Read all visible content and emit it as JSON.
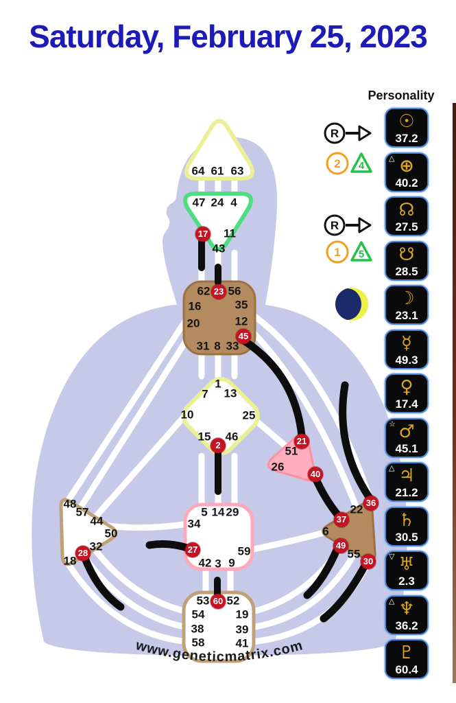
{
  "title": "Saturday, February 25, 2023",
  "personality": {
    "header": "Personality",
    "profile_groups": [
      {
        "r_label": "R",
        "circle_number": "2",
        "triangle_number": "4"
      },
      {
        "r_label": "R",
        "circle_number": "1",
        "triangle_number": "5"
      }
    ],
    "moon_icon": "crescent-moon-phase",
    "rows": [
      {
        "planet": "sun",
        "symbol": "☉",
        "value": "37.2",
        "marker": ""
      },
      {
        "planet": "earth",
        "symbol": "⊕",
        "value": "40.2",
        "marker": "△"
      },
      {
        "planet": "north-node",
        "symbol": "☊",
        "value": "27.5",
        "marker": ""
      },
      {
        "planet": "south-node",
        "symbol": "☋",
        "value": "28.5",
        "marker": ""
      },
      {
        "planet": "moon",
        "symbol": "☽",
        "value": "23.1",
        "marker": ""
      },
      {
        "planet": "mercury",
        "symbol": "☿",
        "value": "49.3",
        "marker": ""
      },
      {
        "planet": "venus",
        "symbol": "♀",
        "value": "17.4",
        "marker": ""
      },
      {
        "planet": "mars",
        "symbol": "♂",
        "value": "45.1",
        "marker": "☆"
      },
      {
        "planet": "jupiter",
        "symbol": "♃",
        "value": "21.2",
        "marker": "△"
      },
      {
        "planet": "saturn",
        "symbol": "♄",
        "value": "30.5",
        "marker": ""
      },
      {
        "planet": "uranus",
        "symbol": "♅",
        "value": "2.3",
        "marker": "▽"
      },
      {
        "planet": "neptune",
        "symbol": "♆",
        "value": "36.2",
        "marker": "△"
      },
      {
        "planet": "pluto",
        "symbol": "♇",
        "value": "60.4",
        "marker": ""
      }
    ]
  },
  "gates": [
    {
      "n": "64",
      "c": "head",
      "a": false
    },
    {
      "n": "61",
      "c": "head",
      "a": false
    },
    {
      "n": "63",
      "c": "head",
      "a": false
    },
    {
      "n": "47",
      "c": "ajna",
      "a": false
    },
    {
      "n": "24",
      "c": "ajna",
      "a": false
    },
    {
      "n": "4",
      "c": "ajna",
      "a": false
    },
    {
      "n": "17",
      "c": "ajna",
      "a": true
    },
    {
      "n": "11",
      "c": "ajna",
      "a": false
    },
    {
      "n": "43",
      "c": "ajna",
      "a": false
    },
    {
      "n": "62",
      "c": "throat",
      "a": false
    },
    {
      "n": "23",
      "c": "throat",
      "a": true
    },
    {
      "n": "56",
      "c": "throat",
      "a": false
    },
    {
      "n": "16",
      "c": "throat",
      "a": false
    },
    {
      "n": "35",
      "c": "throat",
      "a": false
    },
    {
      "n": "20",
      "c": "throat",
      "a": false
    },
    {
      "n": "12",
      "c": "throat",
      "a": false
    },
    {
      "n": "45",
      "c": "throat",
      "a": true
    },
    {
      "n": "31",
      "c": "throat",
      "a": false
    },
    {
      "n": "8",
      "c": "throat",
      "a": false
    },
    {
      "n": "33",
      "c": "throat",
      "a": false
    },
    {
      "n": "1",
      "c": "g",
      "a": false
    },
    {
      "n": "7",
      "c": "g",
      "a": false
    },
    {
      "n": "13",
      "c": "g",
      "a": false
    },
    {
      "n": "10",
      "c": "g",
      "a": false
    },
    {
      "n": "25",
      "c": "g",
      "a": false
    },
    {
      "n": "15",
      "c": "g",
      "a": false
    },
    {
      "n": "46",
      "c": "g",
      "a": false
    },
    {
      "n": "2",
      "c": "g",
      "a": true
    },
    {
      "n": "21",
      "c": "heart",
      "a": true
    },
    {
      "n": "51",
      "c": "heart",
      "a": false
    },
    {
      "n": "26",
      "c": "heart",
      "a": false
    },
    {
      "n": "40",
      "c": "heart",
      "a": true
    },
    {
      "n": "48",
      "c": "spleen",
      "a": false
    },
    {
      "n": "57",
      "c": "spleen",
      "a": false
    },
    {
      "n": "44",
      "c": "spleen",
      "a": false
    },
    {
      "n": "50",
      "c": "spleen",
      "a": false
    },
    {
      "n": "32",
      "c": "spleen",
      "a": false
    },
    {
      "n": "28",
      "c": "spleen",
      "a": true
    },
    {
      "n": "18",
      "c": "spleen",
      "a": false
    },
    {
      "n": "5",
      "c": "sacral",
      "a": false
    },
    {
      "n": "14",
      "c": "sacral",
      "a": false
    },
    {
      "n": "29",
      "c": "sacral",
      "a": false
    },
    {
      "n": "34",
      "c": "sacral",
      "a": false
    },
    {
      "n": "27",
      "c": "sacral",
      "a": true
    },
    {
      "n": "59",
      "c": "sacral",
      "a": false
    },
    {
      "n": "42",
      "c": "sacral",
      "a": false
    },
    {
      "n": "3",
      "c": "sacral",
      "a": false
    },
    {
      "n": "9",
      "c": "sacral",
      "a": false
    },
    {
      "n": "36",
      "c": "solar-plexus",
      "a": true
    },
    {
      "n": "22",
      "c": "solar-plexus",
      "a": false
    },
    {
      "n": "37",
      "c": "solar-plexus",
      "a": true
    },
    {
      "n": "6",
      "c": "solar-plexus",
      "a": false
    },
    {
      "n": "49",
      "c": "solar-plexus",
      "a": true
    },
    {
      "n": "55",
      "c": "solar-plexus",
      "a": false
    },
    {
      "n": "30",
      "c": "solar-plexus",
      "a": true
    },
    {
      "n": "53",
      "c": "root",
      "a": false
    },
    {
      "n": "60",
      "c": "root",
      "a": true
    },
    {
      "n": "52",
      "c": "root",
      "a": false
    },
    {
      "n": "54",
      "c": "root",
      "a": false
    },
    {
      "n": "19",
      "c": "root",
      "a": false
    },
    {
      "n": "38",
      "c": "root",
      "a": false
    },
    {
      "n": "39",
      "c": "root",
      "a": false
    },
    {
      "n": "58",
      "c": "root",
      "a": false
    },
    {
      "n": "41",
      "c": "root",
      "a": false
    }
  ],
  "footer": {
    "website": "www.geneticmatrix.com"
  },
  "colors": {
    "title_blue": "#1d1ab5",
    "badge_border": "#4a86d8",
    "badge_bg": "#0a0a0a",
    "gold": "#dba41d",
    "red_gate": "#c41322",
    "silhouette": "#c6c9e8",
    "head_border": "#e9f096",
    "ajna_border": "#4fdd82",
    "throat_fill": "#b48b5f",
    "throat_border": "#9c7143",
    "heart_fill": "#ffaebe",
    "heart_border": "#ff8fa6",
    "spleen_border": "#c0a177",
    "sacral_border": "#ffa8ba",
    "orange": "#f59d1f",
    "green": "#25c24b",
    "moon_navy": "#1b2a6b",
    "moon_yellow": "#edf046",
    "channel_black": "#0d0d0d"
  }
}
